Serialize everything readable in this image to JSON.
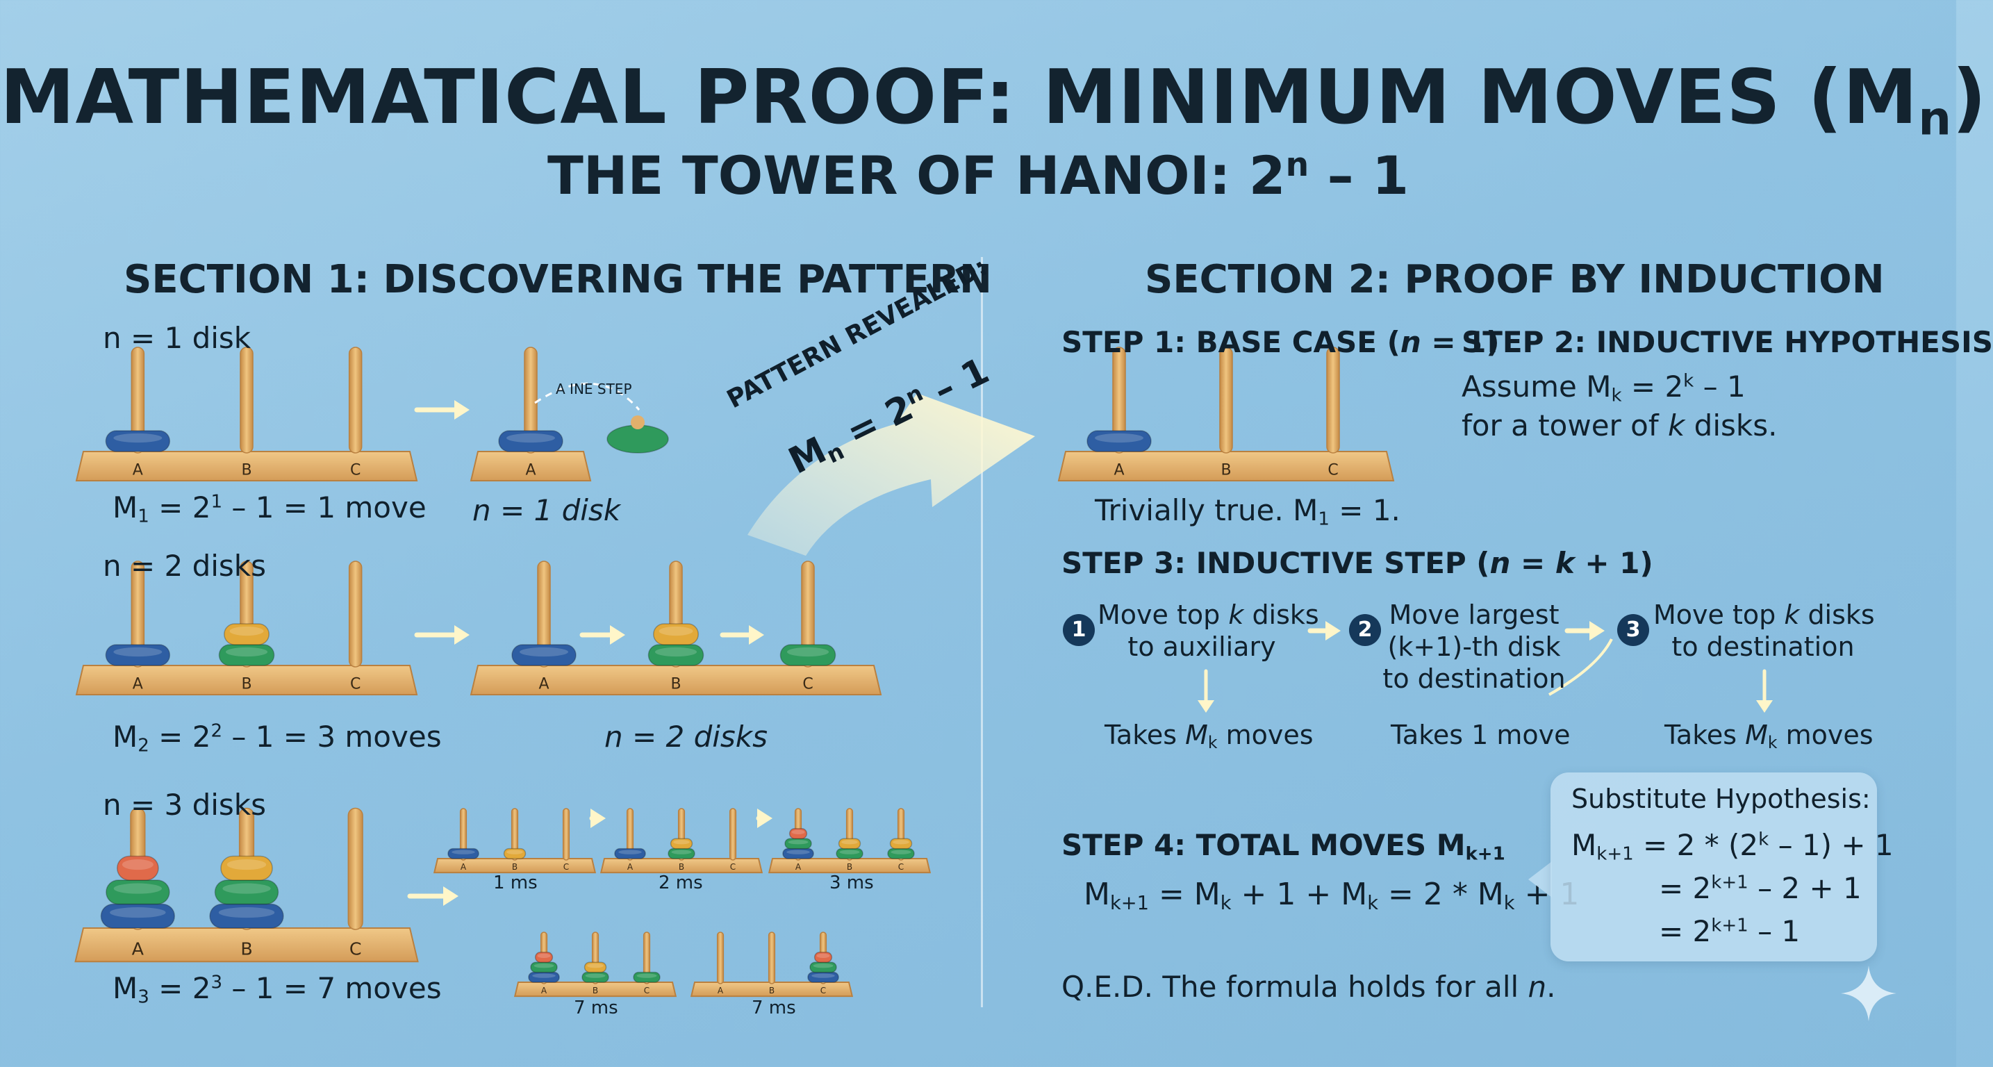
{
  "title": {
    "main": "MATHEMATICAL PROOF: MINIMUM MOVES (M",
    "main_sub": "n",
    "main_close": ")",
    "subtitle_pre": "THE TOWER OF HANOI: 2",
    "subtitle_sup": "n",
    "subtitle_post": " – 1"
  },
  "section1": {
    "heading": "SECTION 1: DISCOVERING THE PATTERN",
    "peg_labels": [
      "A",
      "B",
      "C"
    ],
    "row1": {
      "label": "n = 1 disk",
      "formula_M": "M",
      "formula_sub": "1",
      "formula_eq": " = 2",
      "formula_sup": "1",
      "formula_rest": " – 1 = 1 move",
      "result_label": "n = 1 disk",
      "arc_caption": "A INE STEP"
    },
    "row2": {
      "label": "n = 2 disks",
      "formula_M": "M",
      "formula_sub": "2",
      "formula_eq": " = 2",
      "formula_sup": "2",
      "formula_rest": " – 1 = 3 moves",
      "result_label": "n = 2 disks"
    },
    "row3": {
      "label": "n = 3 disks",
      "formula_M": "M",
      "formula_sub": "3",
      "formula_eq": " = 2",
      "formula_sup": "3",
      "formula_rest": " – 1 = 7 moves",
      "frame_captions": [
        "1 ms",
        "2 ms",
        "3 ms",
        "7 ms",
        "7 ms"
      ]
    }
  },
  "pattern": {
    "line1": "PATTERN REVEALED:",
    "line2": "M",
    "line2_sub": "n",
    "line2_rest": " = 2",
    "line2_sup": "n",
    "line2_end": " – 1"
  },
  "section2": {
    "heading": "SECTION 2: PROOF BY INDUCTION",
    "step1": {
      "head_pre": "STEP 1: BASE CASE (",
      "head_n": "n",
      "head_post": " = 1)",
      "caption": "Trivially true. M",
      "caption_sub": "1",
      "caption_end": " = 1."
    },
    "step2": {
      "head": "STEP 2: INDUCTIVE HYPOTHESIS",
      "line1_pre": "Assume M",
      "line1_sub": "k",
      "line1_mid": " = 2",
      "line1_sup": "k",
      "line1_end": " – 1",
      "line2_pre": "for a tower of ",
      "line2_k": "k",
      "line2_end": " disks."
    },
    "step3": {
      "head_pre": "STEP 3: INDUCTIVE STEP (",
      "head_n": "n",
      "head_mid": " = ",
      "head_k": "k",
      "head_end": " + 1)",
      "items": [
        {
          "num": "1",
          "line1_pre": "Move top ",
          "line1_k": "k",
          "line1_end": " disks",
          "line2": "to auxiliary",
          "line3": "",
          "result_pre": "Takes ",
          "result_M": "M",
          "result_sub": "k",
          "result_end": " moves"
        },
        {
          "num": "2",
          "line1_pre": "Move largest",
          "line1_k": "",
          "line1_end": "",
          "line2": "(k+1)-th disk",
          "line3": "to destination",
          "result_pre": "Takes 1 move",
          "result_M": "",
          "result_sub": "",
          "result_end": ""
        },
        {
          "num": "3",
          "line1_pre": "Move top ",
          "line1_k": "k",
          "line1_end": " disks",
          "line2": "to destination",
          "line3": "",
          "result_pre": "Takes ",
          "result_M": "M",
          "result_sub": "k",
          "result_end": " moves"
        }
      ]
    },
    "step4": {
      "head_pre": "STEP 4: TOTAL MOVES M",
      "head_sub": "k+1",
      "eq": {
        "a": "M",
        "a_sub": "k+1",
        "b": " = M",
        "b_sub": "k",
        "c": " + 1 + M",
        "c_sub": "k",
        "d": " = 2 * M",
        "d_sub": "k",
        "e": " + 1"
      }
    },
    "substitute": {
      "title": "Substitute Hypothesis:",
      "l1_M": "M",
      "l1_sub": "k+1",
      "l1_a": " = 2 * (2",
      "l1_sup": "k",
      "l1_b": " – 1) + 1",
      "l2_a": "= 2",
      "l2_sup": "k+1",
      "l2_b": " – 2 + 1",
      "l3_a": "= 2",
      "l3_sup": "k+1",
      "l3_b": " – 1"
    },
    "qed_pre": "Q.E.D. The formula holds for all ",
    "qed_n": "n",
    "qed_end": "."
  },
  "colors": {
    "wood": "#e2b06c",
    "wood_dark": "#b98040",
    "disk_blue": "#2e5ea3",
    "disk_green": "#2f9a5c",
    "disk_yellow": "#e2a93a",
    "disk_red": "#e06a4a",
    "arrow": "#fff6c9",
    "peg": "#d89f55"
  }
}
